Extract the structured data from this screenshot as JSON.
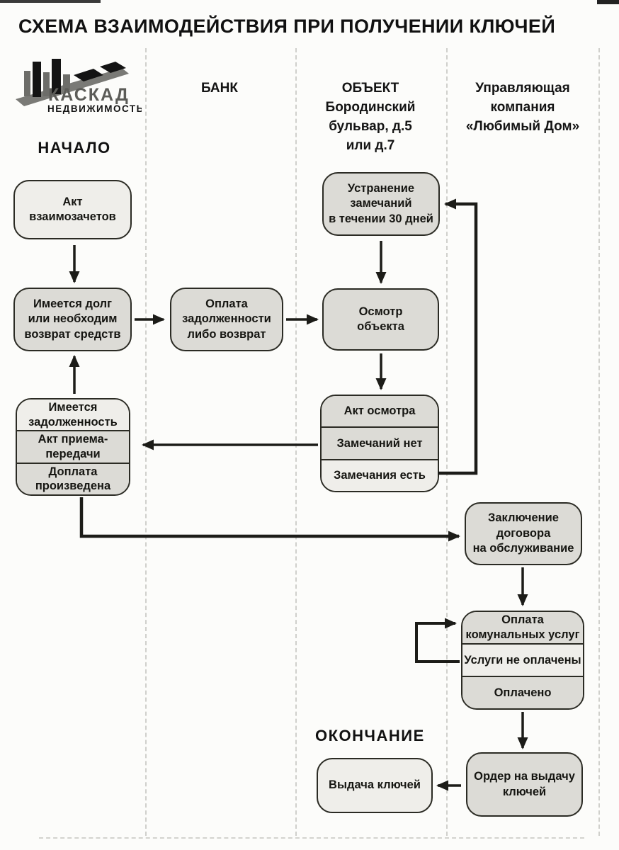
{
  "title": "СХЕМА ВЗАИМОДЕЙСТВИЯ ПРИ ПОЛУЧЕНИИ КЛЮЧЕЙ",
  "logo": {
    "name": "КАСКАД",
    "subtitle": "НЕДВИЖИМОСТЬ"
  },
  "lanes": {
    "start_label": "НАЧАЛО",
    "end_label": "ОКОНЧАНИЕ",
    "bank": "БАНК",
    "object": "ОБЪЕКТ\nБородинский\nбульвар, д.5\nили д.7",
    "management": "Управляющая\nкомпания\n«Любимый Дом»"
  },
  "nodes": {
    "act_offset": "Акт\nвзаимозачетов",
    "debt": "Имеется долг\nили необходим\nвозврат средств",
    "debt_stack": {
      "r1": "Имеется\nзадолженность",
      "r2": "Акт приема-\nпередачи",
      "r3": "Доплата\nпроизведена"
    },
    "bank_payment": "Оплата\nзадолженности\nлибо возврат",
    "fix_remarks": "Устранение\nзамечаний\nв течении 30 дней",
    "inspection": "Осмотр\nобъекта",
    "inspection_stack": {
      "r1": "Акт осмотра",
      "r2": "Замечаний нет",
      "r3": "Замечания есть"
    },
    "contract": "Заключение\nдоговора\nна обслуживание",
    "utilities_stack": {
      "r1": "Оплата\nкомунальных услуг",
      "r2": "Услуги не оплачены",
      "r3": "Оплачено"
    },
    "order": "Ордер на выдачу\nключей",
    "keys": "Выдача ключей"
  },
  "colors": {
    "box_light": "#efeeea",
    "box_gray": "#dcdbd6",
    "border": "#2b2b24",
    "arrow": "#1c1c18",
    "background": "#fcfcfa"
  }
}
